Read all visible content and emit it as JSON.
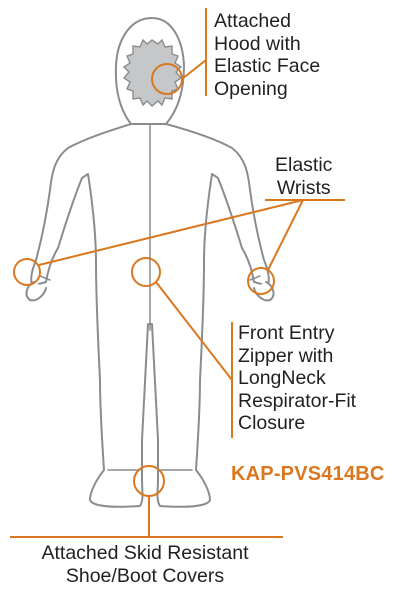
{
  "callouts": {
    "hood": [
      "Attached",
      "Hood with",
      "Elastic Face",
      "Opening"
    ],
    "wrists": [
      "Elastic",
      "Wrists"
    ],
    "zipper": [
      "Front Entry",
      "Zipper with",
      "LongNeck",
      "Respirator-Fit",
      "Closure"
    ],
    "boots": [
      "Attached Skid Resistant",
      "Shoe/Boot Covers"
    ]
  },
  "model_code": "KAP-PVS414BC",
  "colors": {
    "accent": "#d9781f",
    "outline": "#8a8c8e",
    "face_fill": "#c6c7c8",
    "text": "#231f20"
  }
}
